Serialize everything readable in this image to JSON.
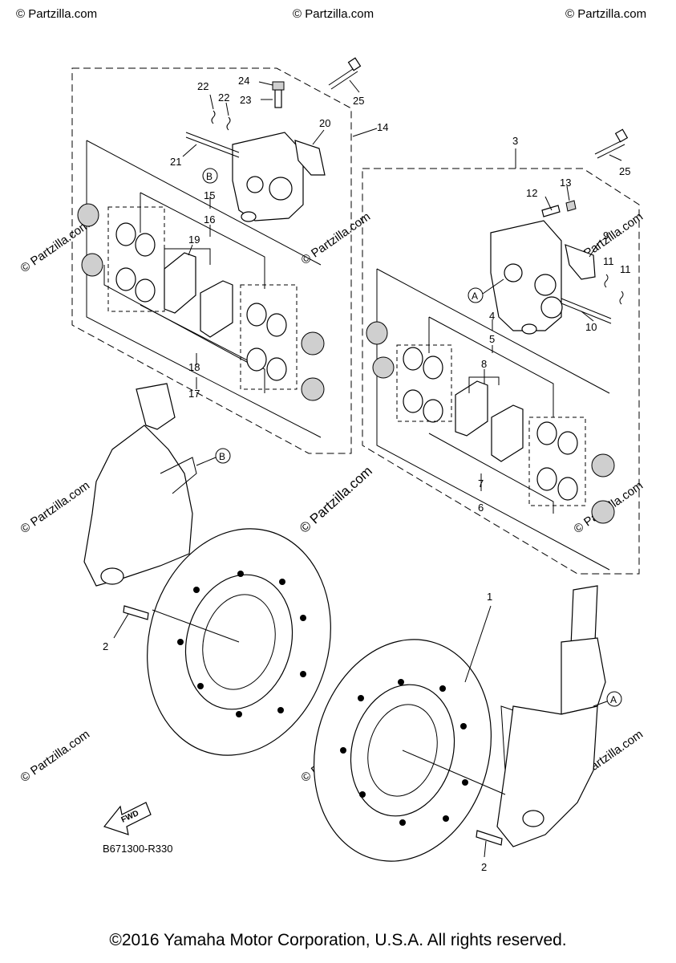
{
  "watermark": "© Partzilla.com",
  "diagram_code": "B671300-R330",
  "copyright": "©2016 Yamaha Motor Corporation, U.S.A. All rights reserved.",
  "fwd_label": "FWD",
  "ref_letters": {
    "a": "A",
    "b": "B"
  },
  "callouts": {
    "c1": "1",
    "c2": "2",
    "c3": "3",
    "c4": "4",
    "c5": "5",
    "c6": "6",
    "c7": "7",
    "c8": "8",
    "c9": "9",
    "c10": "10",
    "c11": "11",
    "c12": "12",
    "c13": "13",
    "c14": "14",
    "c15": "15",
    "c16": "16",
    "c17": "17",
    "c18": "18",
    "c19": "19",
    "c20": "20",
    "c21": "21",
    "c22": "22",
    "c23": "23",
    "c24": "24",
    "c25": "25"
  }
}
